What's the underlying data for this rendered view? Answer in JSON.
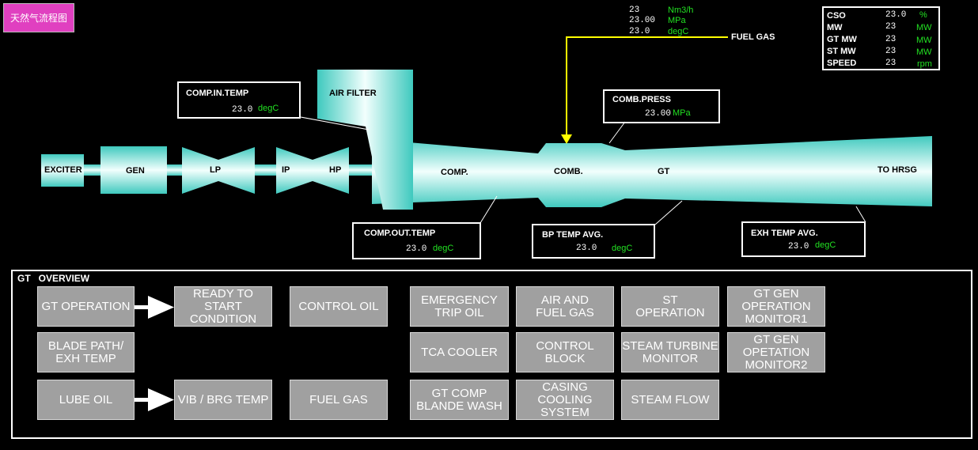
{
  "nav": {
    "label": "天然气流程图"
  },
  "fuel_gas": {
    "label": "FUEL GAS",
    "flow": "23",
    "flow_unit": "Nm3/h",
    "press": "23.00",
    "press_unit": "MPa",
    "temp": "23.0",
    "temp_unit": "degC"
  },
  "summary": [
    {
      "name": "CSO",
      "value": "23.0",
      "unit": "%"
    },
    {
      "name": "MW",
      "value": "23",
      "unit": "MW"
    },
    {
      "name": "GT MW",
      "value": "23",
      "unit": "MW"
    },
    {
      "name": "ST MW",
      "value": "23",
      "unit": "MW"
    },
    {
      "name": "SPEED",
      "value": "23",
      "unit": "rpm"
    }
  ],
  "readings": {
    "comp_in_temp": {
      "label": "COMP.IN.TEMP",
      "value": "23.0",
      "unit": "degC"
    },
    "comb_press": {
      "label": "COMB.PRESS",
      "value": "23.00",
      "unit": "MPa"
    },
    "comp_out_temp": {
      "label": "COMP.OUT.TEMP",
      "value": "23.0",
      "unit": "degC"
    },
    "bp_temp_avg": {
      "label": "BP TEMP AVG.",
      "value": "23.0",
      "unit": "degC"
    },
    "exh_temp_avg": {
      "label": "EXH TEMP AVG.",
      "value": "23.0",
      "unit": "degC"
    }
  },
  "parts": {
    "exciter": "EXCITER",
    "gen": "GEN",
    "lp": "LP",
    "ip": "IP",
    "hp": "HP",
    "air_filter": "AIR FILTER",
    "comp": "COMP.",
    "comb": "COMB.",
    "gt": "GT",
    "to_hrsg": "TO HRSG"
  },
  "overview": {
    "title": "GT   OVERVIEW",
    "buttons": {
      "gt_operation": "GT OPERATION",
      "ready_to_start": "READY TO\nSTART\nCONDITION",
      "control_oil": "CONTROL OIL",
      "emergency_trip_oil": "EMERGENCY\nTRIP OIL",
      "air_fuel_gas": "AIR AND\nFUEL GAS",
      "st_operation": "ST\nOPERATION",
      "gt_gen_monitor1": "GT GEN\nOPERATION\nMONITOR1",
      "blade_path": "BLADE PATH/\nEXH TEMP",
      "tca_cooler": "TCA COOLER",
      "control_block": "CONTROL\nBLOCK",
      "st_monitor": "STEAM TURBINE\nMONITOR",
      "gt_gen_monitor2": "GT GEN\nOPETATION\nMONITOR2",
      "lube_oil": "LUBE OIL",
      "vib_brg_temp": "VIB / BRG TEMP",
      "fuel_gas": "FUEL GAS",
      "comp_blade_wash": "GT COMP\nBLANDE WASH",
      "casing_cooling": "CASING\nCOOLING\nSYSTEM",
      "steam_flow": "STEAM FLOW"
    }
  }
}
